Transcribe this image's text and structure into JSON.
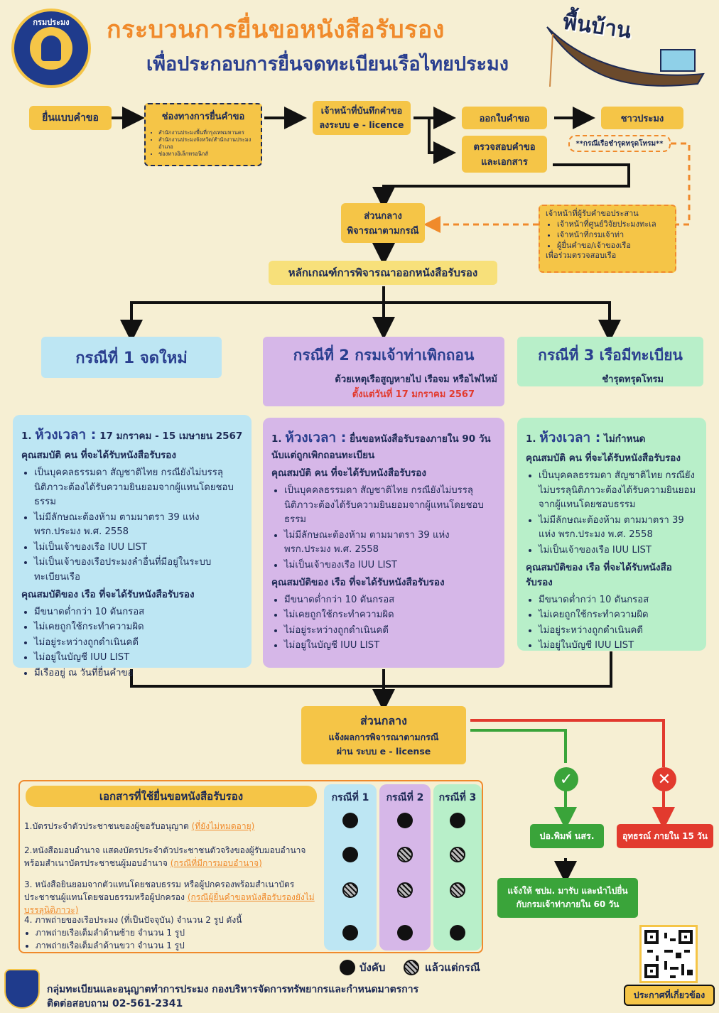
{
  "header": {
    "logo_text": "กรมประมง",
    "title1": "กระบวนการยื่นขอหนังสือรับรอง",
    "title2": "เพื่อประกอบการยื่นจดทะเบียนเรือไทยประมง",
    "corner": "พื้นบ้าน"
  },
  "flow": {
    "submit": "ยื่นแบบคำขอ",
    "channels_title": "ช่องทางการยื่นคำขอ",
    "channels": [
      "สำนักงานประมงพื้นที่กรุงเทพมหานคร",
      "สำนักงานประมงจังหวัด/สำนักงานประมงอำเภอ",
      "ช่องทางอิเล็กทรอนิกส์"
    ],
    "officer_record": "เจ้าหน้าที่บันทึกคำขอ ลงระบบ e - licence",
    "issue": "ออกใบคำขอ",
    "fisher": "ชาวประมง",
    "check": "ตรวจสอบคำขอ และเอกสาร",
    "damaged_note": "**กรณีเรือชำรุดทรุดโทรม**",
    "coordinate_title": "เจ้าหน้าที่ผู้รับคำขอประสาน",
    "coordinate_items": [
      "เจ้าหน้าที่ศูนย์วิจัยประมงทะเล",
      "เจ้าหน้าที่กรมเจ้าท่า",
      "ผู้ยื่นคำขอ/เจ้าของเรือ"
    ],
    "coordinate_footer": "เพื่อร่วมตรวจสอบเรือ",
    "central": "ส่วนกลาง พิจารณาตามกรณี",
    "criteria": "หลักเกณฑ์การพิจารณาออกหนังสือรับรอง"
  },
  "cases": [
    {
      "title": "กรณีที่ 1 จดใหม่",
      "sub1": "",
      "sub2": "",
      "period_label": "ห้วงเวลา :",
      "period": "17 มกราคม - 15 เมษายน 2567",
      "person_title": "คุณสมบัติ คน ที่จะได้รับหนังสือรับรอง",
      "person": [
        "เป็นบุคคลธรรมดา สัญชาติไทย กรณียังไม่บรรลุนิติภาวะต้องได้รับความยินยอมจากผู้แทนโดยชอบธรรม",
        "ไม่มีลักษณะต้องห้าม ตามมาตรา 39 แห่ง พรก.ประมง พ.ศ. 2558",
        "ไม่เป็นเจ้าของเรือ IUU LIST",
        "ไม่เป็นเจ้าของเรือประมงลำอื่นที่มีอยู่ในระบบทะเบียนเรือ"
      ],
      "boat_title": "คุณสมบัติของ เรือ ที่จะได้รับหนังสือรับรอง",
      "boat": [
        "มีขนาดต่ำกว่า 10 ตันกรอส",
        "ไม่เคยถูกใช้กระทำความผิด",
        "ไม่อยู่ระหว่างถูกดำเนินคดี",
        "ไม่อยู่ในบัญชี IUU LIST",
        "มีเรืออยู่ ณ วันที่ยื่นคำขอ"
      ]
    },
    {
      "title": "กรณีที่ 2 กรมเจ้าท่าเพิกถอน",
      "sub1": "ด้วยเหตุเรือสูญหายไป เรือจม หรือไฟไหม้",
      "sub2": "ตั้งแต่วันที่ 17 มกราคม 2567",
      "period_label": "ห้วงเวลา :",
      "period": "ยื่นขอหนังสือรับรองภายใน 90 วัน นับแต่ถูกเพิกถอนทะเบียน",
      "person_title": "คุณสมบัติ คน ที่จะได้รับหนังสือรับรอง",
      "person": [
        "เป็นบุคคลธรรมดา สัญชาติไทย กรณียังไม่บรรลุนิติภาวะต้องได้รับความยินยอมจากผู้แทนโดยชอบธรรม",
        "ไม่มีลักษณะต้องห้าม ตามมาตรา 39 แห่ง พรก.ประมง พ.ศ. 2558",
        "ไม่เป็นเจ้าของเรือ IUU LIST"
      ],
      "boat_title": "คุณสมบัติของ เรือ ที่จะได้รับหนังสือรับรอง",
      "boat": [
        "มีขนาดต่ำกว่า 10 ตันกรอส",
        "ไม่เคยถูกใช้กระทำความผิด",
        "ไม่อยู่ระหว่างถูกดำเนินคดี",
        "ไม่อยู่ในบัญชี IUU LIST"
      ]
    },
    {
      "title": "กรณีที่ 3 เรือมีทะเบียน",
      "sub1": "ชำรุดทรุดโทรม",
      "sub2": "",
      "period_label": "ห้วงเวลา :",
      "period": "ไม่กำหนด",
      "person_title": "คุณสมบัติ คน ที่จะได้รับหนังสือรับรอง",
      "person": [
        "เป็นบุคคลธรรมดา สัญชาติไทย กรณียังไม่บรรลุนิติภาวะต้องได้รับความยินยอมจากผู้แทนโดยชอบธรรม",
        "ไม่มีลักษณะต้องห้าม ตามมาตรา 39 แห่ง พรก.ประมง พ.ศ. 2558",
        "ไม่เป็นเจ้าของเรือ IUU LIST"
      ],
      "boat_title": "คุณสมบัติของ เรือ ที่จะได้รับหนังสือรับรอง",
      "boat": [
        "มีขนาดต่ำกว่า 10 ตันกรอส",
        "ไม่เคยถูกใช้กระทำความผิด",
        "ไม่อยู่ระหว่างถูกดำเนินคดี",
        "ไม่อยู่ในบัญชี IUU LIST"
      ]
    }
  ],
  "result": {
    "title": "ส่วนกลาง",
    "line1": "แจ้งผลการพิจารณาตามกรณี",
    "line2": "ผ่าน ระบบ e - license",
    "approve": "ปอ.พิมพ์ นสร.",
    "appeal": "อุทธรณ์ ภายใน 15 วัน",
    "notify": "แจ้งให้ ชปม. มารับ และนำไปยื่นกับกรมเจ้าท่าภายใน 60 วัน"
  },
  "docs": {
    "title": "เอกสารที่ใช้ยื่นขอหนังสือรับรอง",
    "col1": "กรณีที่ 1",
    "col2": "กรณีที่ 2",
    "col3": "กรณีที่ 3",
    "rows": [
      {
        "text": "1.บัตรประจำตัวประชาชนของผู้ขอรับอนุญาต",
        "note": "(ที่ยังไม่หมดอายุ)",
        "marks": [
          "required",
          "required",
          "required"
        ]
      },
      {
        "text": "2.หนังสือมอบอำนาจ แสดงบัตรประจำตัวประชาชนตัวจริงของผู้รับมอบอำนาจ พร้อมสำเนาบัตรประชาชนผู้มอบอำนาจ",
        "note": "(กรณีที่มีการมอบอำนาจ)",
        "marks": [
          "required",
          "case",
          "case"
        ]
      },
      {
        "text": "3. หนังสือยินยอมจากตัวแทนโดยชอบธรรม หรือผู้ปกครองพร้อมสำเนาบัตรประชาชนผู้แทนโดยชอบธรรมหรือผู้ปกครอง",
        "note": "(กรณีผู้ยื่นคำขอหนังสือรับรองยังไม่บรรลุนิติภาวะ)",
        "marks": [
          "case",
          "case",
          "case"
        ]
      },
      {
        "text": "4. ภาพถ่ายของเรือประมง (ที่เป็นปัจจุบัน) จำนวน 2 รูป ดังนี้",
        "note": "",
        "marks": [
          "required",
          "required",
          "required"
        ]
      }
    ],
    "sub_items": [
      "ภาพถ่ายเรือเต็มลำด้านซ้าย จำนวน 1 รูป",
      "ภาพถ่ายเรือเต็มลำด้านขวา จำนวน 1 รูป"
    ],
    "legend_required": "บังคับ",
    "legend_case": "แล้วแต่กรณี"
  },
  "footer": {
    "org": "กลุ่มทะเบียนและอนุญาตทำการประมง กองบริหารจัดการทรัพยากรและกำหนดมาตรการ",
    "contact": "ติดต่อสอบถาม 02-561-2341",
    "announce": "ประกาศที่เกี่ยวข้อง"
  }
}
